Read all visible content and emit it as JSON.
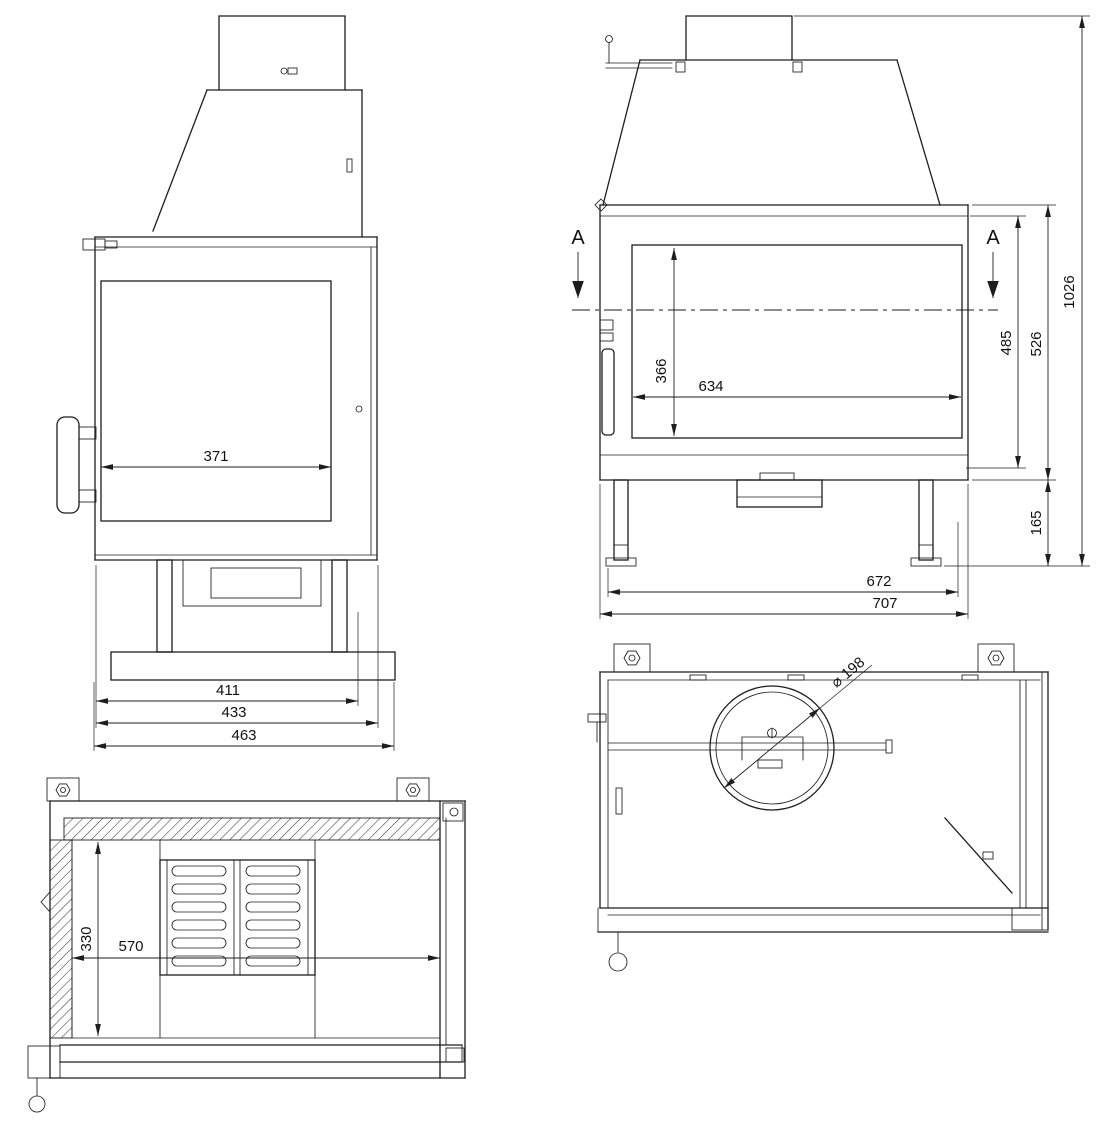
{
  "drawing": {
    "section_label": "A",
    "side_view": {
      "dim_glass_width": "371",
      "dim_width_inner": "411",
      "dim_width_mid": "433",
      "dim_width_outer": "463"
    },
    "front_view": {
      "dim_glass_height": "366",
      "dim_glass_width": "634",
      "dim_inner_height": "485",
      "dim_body_height": "526",
      "dim_total_height": "1026",
      "dim_leg_height": "165",
      "dim_leg_span": "672",
      "dim_body_width": "707"
    },
    "top_view": {
      "dim_depth": "330",
      "dim_width": "570"
    },
    "rear_top_view": {
      "dim_flue_diameter": "⌀ 198"
    }
  }
}
